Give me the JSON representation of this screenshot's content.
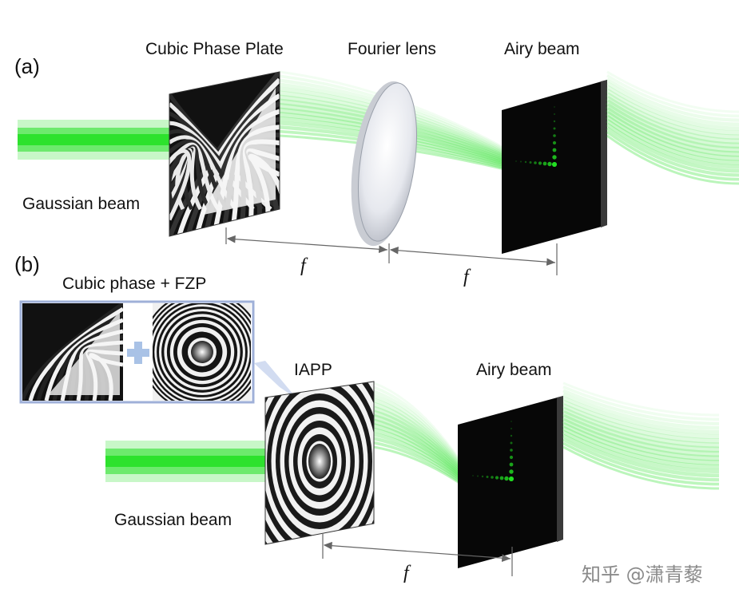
{
  "panel_a": {
    "tag": "(a)",
    "cubic_phase_plate_label": "Cubic Phase Plate",
    "fourier_lens_label": "Fourier lens",
    "airy_beam_label": "Airy beam",
    "gaussian_beam_label": "Gaussian beam",
    "focal_1": "f",
    "focal_2": "f"
  },
  "panel_b": {
    "tag": "(b)",
    "inset_title": "Cubic phase + FZP",
    "iapp_label": "IAPP",
    "airy_beam_label": "Airy beam",
    "gaussian_beam_label": "Gaussian beam",
    "focal": "f"
  },
  "watermark": "知乎 @潇青藜",
  "colors": {
    "beam_green": "#22e022",
    "inset_border": "#9fb0d8",
    "plus_sign": "#a9c2e6",
    "screen": "#070707"
  }
}
